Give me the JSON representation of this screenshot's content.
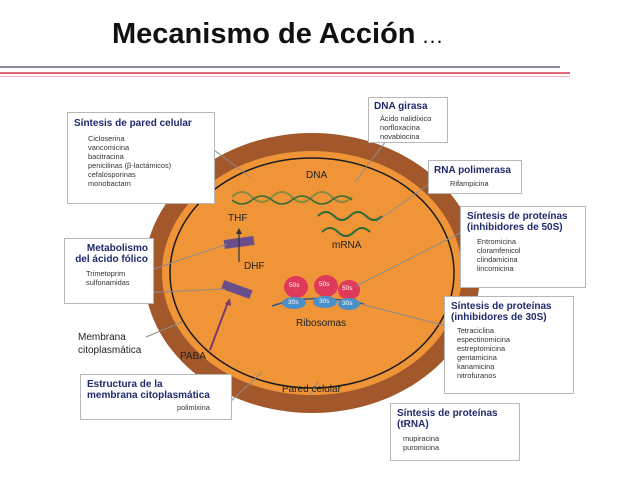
{
  "title": "Mecanismo de Acción",
  "title_suffix": "…",
  "colors": {
    "outer_wall": "#a2582a",
    "cytoplasm": "#f09438",
    "header_text": "#1f2a6b",
    "rule_pink": "#e06c7a",
    "enzyme": "#6a4e8c",
    "ribosome_red": "#e03a5a",
    "ribosome_blue": "#4a90c8"
  },
  "cell": {
    "dna": "DNA",
    "mrna": "mRNA",
    "thf": "THF",
    "dhf": "DHF",
    "ribosomes": "Ribosomas",
    "r50_a": "50s",
    "r50_b": "50s",
    "r50_c": "50s",
    "r30_a": "30s",
    "r30_b": "30s",
    "r30_c": "30s"
  },
  "labels": {
    "membrana_1": "Membrana",
    "membrana_2": "citoplasmática",
    "paba": "PABA",
    "pared": "Pared celular"
  },
  "boxes": {
    "pared": {
      "header": [
        "Síntesis de pared celular"
      ],
      "drugs": [
        "Cicloserina",
        "vancomicina",
        "bacitracina",
        "penicilinas (β-lactámicos)",
        "cefalosporinas",
        "monobactam"
      ]
    },
    "folico": {
      "header": [
        "Metabolismo",
        "del ácido fólico"
      ],
      "drugs": [
        "Trimetoprim",
        "sulfonamidas"
      ]
    },
    "membrana": {
      "header": [
        "Estructura de la",
        "membrana citoplasmática"
      ],
      "drugs": [
        "polimixina"
      ]
    },
    "girasa": {
      "header": [
        "DNA girasa"
      ],
      "drugs": [
        "Ácido nalidíxico",
        "norfloxacina",
        "novabiocina"
      ]
    },
    "rnapol": {
      "header": [
        "RNA polimerasa"
      ],
      "drugs": [
        "Rifampicina"
      ]
    },
    "s50": {
      "header": [
        "Síntesis de proteínas",
        "(inhibidores de 50S)"
      ],
      "drugs": [
        "Entromicina",
        "cloramfenicol",
        "clindamicina",
        "lincomicina"
      ]
    },
    "s30": {
      "header": [
        "Síntesis de proteínas",
        "(inhibidores de 30S)"
      ],
      "drugs": [
        "Tetraciclina",
        "espectinomicina",
        "estreptomicina",
        "gentamicina",
        "kanamicina",
        "nitrofuranos"
      ]
    },
    "trna": {
      "header": [
        "Síntesis de proteínas",
        "(tRNA)"
      ],
      "drugs": [
        "mupiracina",
        "puromicina"
      ]
    }
  }
}
